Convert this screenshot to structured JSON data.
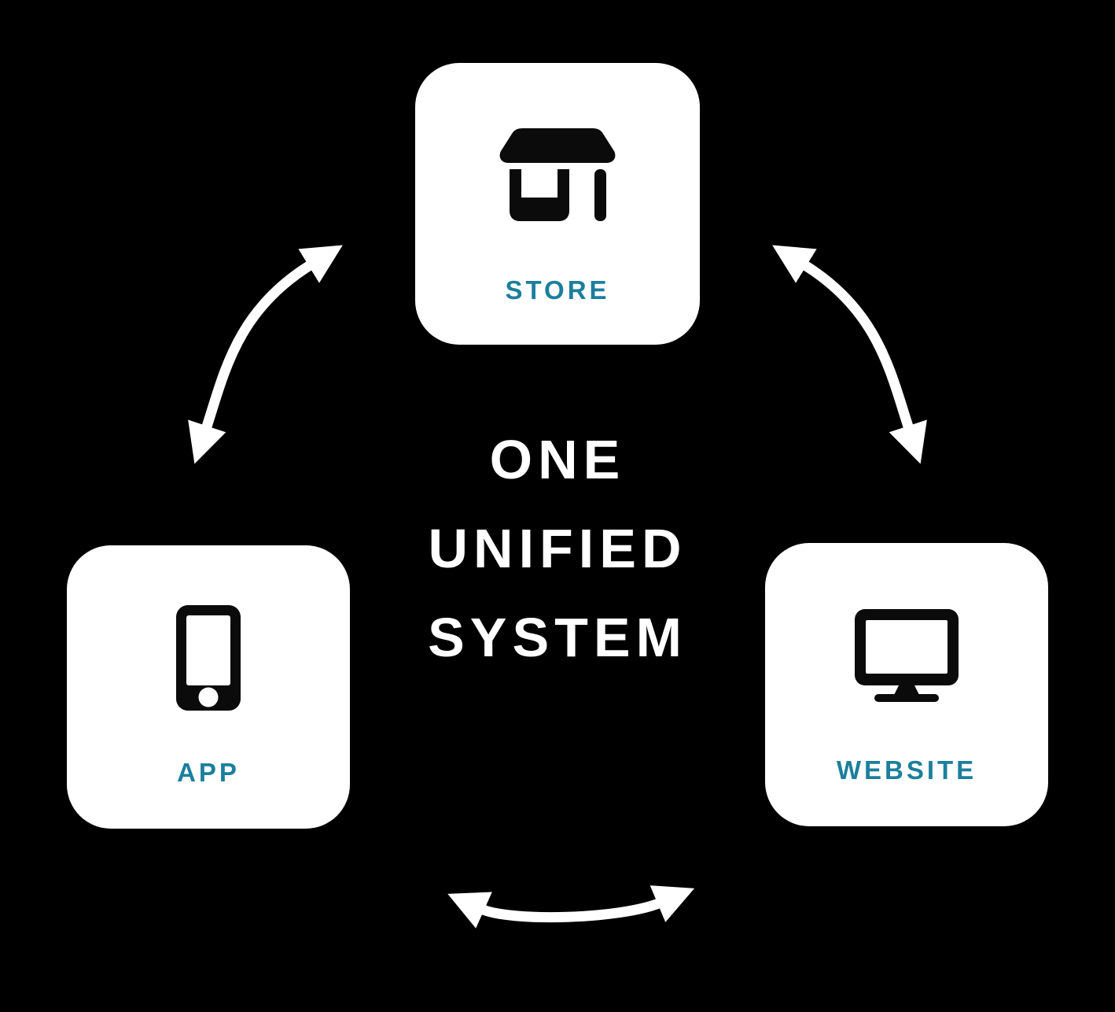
{
  "title": {
    "lines": [
      "ONE",
      "UNIFIED",
      "SYSTEM"
    ]
  },
  "nodes": [
    {
      "id": "store",
      "label": "STORE",
      "icon": "store-icon"
    },
    {
      "id": "app",
      "label": "APP",
      "icon": "smartphone-icon"
    },
    {
      "id": "website",
      "label": "WEBSITE",
      "icon": "monitor-icon"
    }
  ],
  "arrows": [
    {
      "id": "store-app",
      "type": "curved-double-arrow"
    },
    {
      "id": "store-website",
      "type": "curved-double-arrow"
    },
    {
      "id": "app-website",
      "type": "curved-double-arrow"
    }
  ],
  "colors": {
    "background": "#000000",
    "card": "#ffffff",
    "icon": "#0b0b0b",
    "label": "#1b7f9d",
    "heading": "#ffffff",
    "arrow": "#ffffff"
  }
}
